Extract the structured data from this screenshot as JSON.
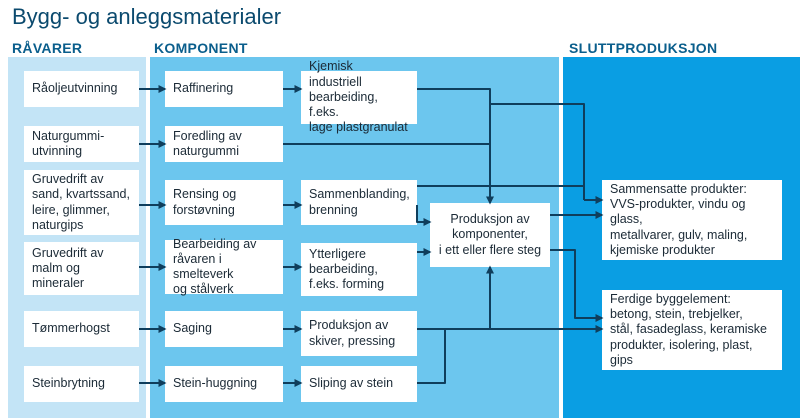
{
  "title": "Bygg- og anleggsmaterialer",
  "columns": {
    "ravarer": "RÅVARER",
    "komponent": "KOMPONENT",
    "sluttproduksjon": "SLUTTPRODUKSJON"
  },
  "colors": {
    "ravarer_band": "#c3e4f6",
    "komponent_band": "#6cc6ee",
    "slutt_band": "#0a9ee3",
    "arrow": "#0f3e5c",
    "title": "#0b4a6e"
  },
  "ravarer": {
    "raolje": "Råoljeutvinning",
    "naturgummi": "Naturgummi-\nutvinning",
    "gruvedrift_sand": "Gruvedrift av\nsand, kvartssand,\nleire, glimmer,\nnaturgips",
    "gruvedrift_malm": "Gruvedrift av\nmalm og\nmineraler",
    "tommerhogst": "Tømmerhogst",
    "steinbrytning": "Steinbrytning"
  },
  "komponent": {
    "raffinering": "Raffinering",
    "foredling": "Foredling av\nnaturgummi",
    "rensing": "Rensing og\nforstøvning",
    "bearbeiding": "Bearbeiding av\nråvaren i smelteverk\nog stålverk",
    "saging": "Saging",
    "steinhugging": "Stein-huggning",
    "kjemisk": "Kjemisk industriell\nbearbeiding, f.eks.\nlage plastgranulat",
    "sammenblanding": "Sammenblanding,\nbrenning",
    "ytterligere": "Ytterligere\nbearbeiding,\nf.eks. forming",
    "skiver": "Produksjon av\nskiver, pressing",
    "sliping": "Sliping av stein",
    "produksjon_komponenter": "Produksjon av\nkomponenter,\ni ett eller flere steg"
  },
  "slutt": {
    "sammensatte": "Sammensatte produkter:\nVVS-produkter, vindu og glass,\nmetallvarer, gulv, maling,\nkjemiske produkter",
    "ferdige": "Ferdige byggelement:\nbetong, stein, trebjelker,\nstål, fasadeglass, keramiske\nprodukter, isolering, plast, gips"
  }
}
